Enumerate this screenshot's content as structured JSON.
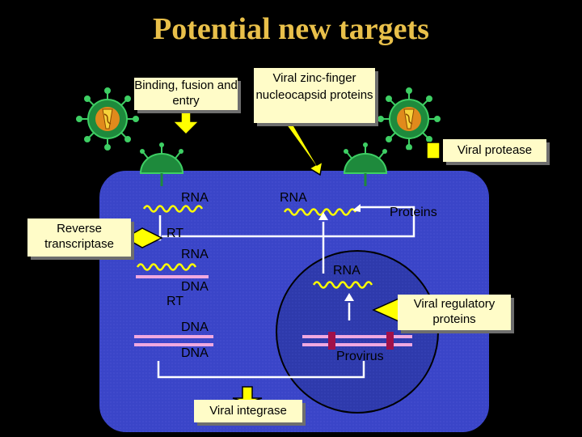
{
  "title": "Potential new targets",
  "callouts": {
    "binding": "Binding, fusion and entry",
    "zinc_finger": "Viral zinc-finger nucleocapsid proteins",
    "protease": "Viral protease",
    "reverse_transcriptase": "Reverse transcriptase",
    "regulatory": "Viral regulatory proteins",
    "integrase": "Viral integrase"
  },
  "cell_labels": {
    "rna_left": "RNA",
    "rna_middle": "RNA",
    "proteins": "Proteins",
    "rt_top": "RT",
    "rna_rt": "RNA",
    "dna_hybrid": "DNA",
    "rt_bottom": "RT",
    "dna_upper": "DNA",
    "dna_lower": "DNA",
    "rna_nucleus": "RNA",
    "provirus": "Provirus"
  },
  "colors": {
    "background": "#000000",
    "title": "#e9c04a",
    "cell": "#3a45c8",
    "nucleus": "#2c38a8",
    "callout_box": "#fffcc8",
    "arrow": "#ffff00",
    "virion": "#23a34a",
    "rna_strand": "#ffff00",
    "dna_strand": "#f0a8e0",
    "provirus_mark": "#a0104a"
  }
}
